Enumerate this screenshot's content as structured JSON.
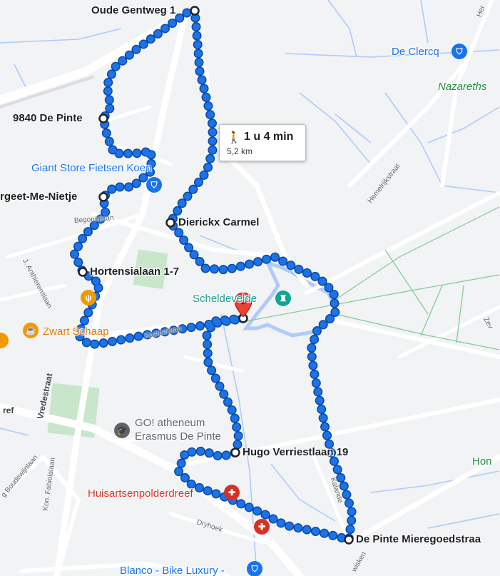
{
  "waypoints": {
    "oude_gentweg": "Oude Gentweg 1",
    "de_pinte": "9840 De Pinte",
    "vergeet": "rgeet-Me-Nietje",
    "dierickx": "Dierickx Carmel",
    "hortensia": "Hortensialaan 1-7",
    "hugo": "Hugo Verriestlaan 19",
    "mieregoed": "De Pinte Mieregoedstraa"
  },
  "route_info": {
    "duration": "1 u 4 min",
    "distance": "5,2 km"
  },
  "pois": {
    "de_clercq": "De Clercq",
    "nazareths": "Nazareths",
    "giant": "Giant Store Fietsen Koen",
    "scheldevelde": "Scheldevelde",
    "zwart_schaap": "Zwart Schaap",
    "go_line1": "GO! atheneum",
    "go_line2": "Erasmus De Pinte",
    "huisarts": "Huisartsenpolderdreef",
    "blanco": "Blanco - Bike Luxury -",
    "hon": "Hon"
  },
  "streets": {
    "hemelrijkstraat": "Hemelrijkstraat",
    "begonialaan": "Begonialaan",
    "anthierenslaan": "J. Anthierenslaan",
    "kasteellaan": "Kasteellaan",
    "vredestraat": "Vredestraat",
    "boudewijnlaan": "g Boudewijnlaan",
    "fabiolalaan": "Kon. Fabiolalaan",
    "dryhoek": "Dryhoek",
    "kalande": "Kalande",
    "zev": "Zev",
    "her": "Her",
    "ref": "ref",
    "wisken": "wisken"
  },
  "colors": {
    "route": "#1a73e8",
    "route_outline": "#0d47a1",
    "pin": "#ea4335",
    "poi_blue": "#1a73e8",
    "poi_green": "#1e8e3e",
    "poi_orange": "#f29900",
    "poi_red": "#d93025",
    "park": "#c8e6c9",
    "water": "#aecbfa"
  },
  "icons": {
    "walk": "walking-person-icon",
    "shop": "shopping-bag-icon",
    "castle": "castle-icon",
    "restaurant": "fork-knife-icon",
    "cafe": "coffee-cup-icon",
    "school": "graduation-cap-icon",
    "medical": "medical-bag-icon",
    "pin": "red-map-pin-icon"
  }
}
